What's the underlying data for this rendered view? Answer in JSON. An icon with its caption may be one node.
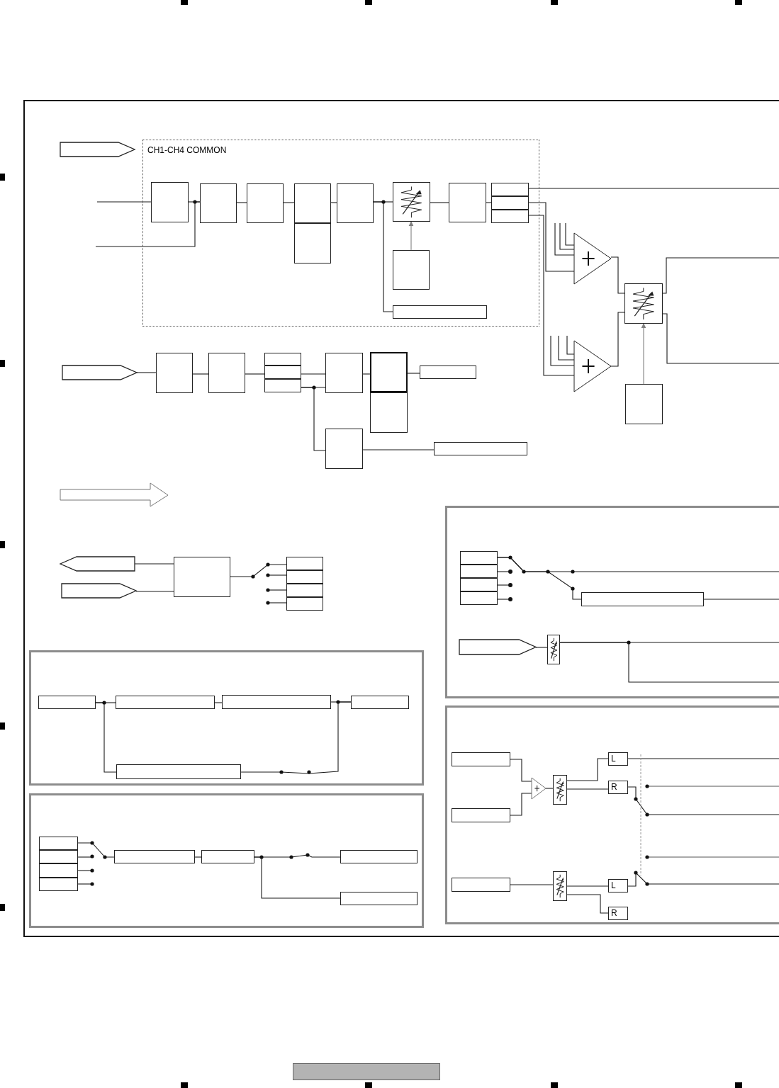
{
  "diagram": {
    "nodes": [
      {
        "text": [
          "CH1-CH4 COMMON"
        ]
      },
      {
        "text": [],
        "shape": "pentagon"
      },
      {
        "text": [],
        "shape": "box",
        "in": 0
      },
      {
        "text": [],
        "shape": "box",
        "in": 0
      },
      {
        "text": [],
        "shape": "box",
        "in": 0
      },
      {
        "text": [],
        "shape": "box",
        "in": 0
      },
      {
        "text": [],
        "shape": "box",
        "in": 0
      },
      {
        "text": [],
        "shape": "box",
        "in": 0
      },
      {
        "text": [],
        "shape": "resistor",
        "in": 0
      },
      {
        "text": [],
        "shape": "box",
        "in": 0
      },
      {
        "text": [],
        "shape": "box",
        "in": 0
      },
      {
        "text": [],
        "shape": "box",
        "in": 0
      },
      {
        "text": [],
        "shape": "box",
        "in": 0
      },
      {
        "text": [],
        "shape": "box",
        "in": 0
      },
      {
        "text": [],
        "shape": "box",
        "in": 0
      },
      {
        "text": [],
        "shape": "triangle"
      },
      {
        "text": [],
        "shape": "triangle"
      },
      {
        "text": [],
        "shape": "resistor"
      },
      {
        "text": [],
        "shape": "box"
      },
      {
        "text": [],
        "shape": "pentagon"
      },
      {
        "text": [],
        "shape": "box"
      },
      {
        "text": [],
        "shape": "box"
      },
      {
        "text": [],
        "shape": "box"
      },
      {
        "text": [],
        "shape": "box"
      },
      {
        "text": [],
        "shape": "box"
      },
      {
        "text": [],
        "shape": "box"
      },
      {
        "text": [],
        "shape": "box"
      },
      {
        "text": [],
        "shape": "box"
      },
      {
        "text": [],
        "shape": "box"
      },
      {
        "text": [],
        "shape": "box"
      },
      {
        "text": [],
        "shape": "box"
      },
      {
        "text": [],
        "shape": "arrow"
      },
      {
        "text": [],
        "shape": "pentagon"
      },
      {
        "text": [],
        "shape": "pentagon"
      },
      {
        "text": [],
        "shape": "box"
      },
      {
        "text": [],
        "shape": "box"
      },
      {
        "text": [],
        "shape": "box"
      },
      {
        "text": [],
        "shape": "box"
      },
      {
        "text": [],
        "shape": "box"
      },
      {
        "text": [],
        "shape": "box"
      },
      {
        "text": [],
        "shape": "box",
        "in": 39
      },
      {
        "text": [],
        "shape": "box",
        "in": 39
      },
      {
        "text": [],
        "shape": "box",
        "in": 39
      },
      {
        "text": [],
        "shape": "box",
        "in": 39
      },
      {
        "text": [],
        "shape": "box",
        "in": 39
      },
      {
        "text": [],
        "shape": "pentagon",
        "in": 39
      },
      {
        "text": [],
        "shape": "resistor",
        "in": 39
      },
      {
        "text": [],
        "shape": "box"
      },
      {
        "text": [],
        "shape": "box",
        "in": 47
      },
      {
        "text": [],
        "shape": "box",
        "in": 47
      },
      {
        "text": [],
        "shape": "box",
        "in": 47
      },
      {
        "text": [],
        "shape": "box",
        "in": 47
      },
      {
        "text": [],
        "shape": "box",
        "in": 47
      },
      {
        "text": [],
        "shape": "box"
      },
      {
        "text": [],
        "shape": "box",
        "in": 53
      },
      {
        "text": [],
        "shape": "box",
        "in": 53
      },
      {
        "text": [],
        "shape": "box",
        "in": 53
      },
      {
        "text": [],
        "shape": "box",
        "in": 53
      },
      {
        "text": [],
        "shape": "box",
        "in": 53
      },
      {
        "text": [],
        "shape": "box",
        "in": 53
      },
      {
        "text": [],
        "shape": "box",
        "in": 53
      },
      {
        "text": [],
        "shape": "box",
        "in": 53
      },
      {
        "text": [],
        "shape": "box"
      },
      {
        "text": [],
        "shape": "box",
        "in": 62
      },
      {
        "text": [],
        "shape": "box",
        "in": 62
      },
      {
        "text": [],
        "shape": "triangle",
        "in": 62
      },
      {
        "text": [],
        "shape": "resistor",
        "in": 62
      },
      {
        "text": [
          "L"
        ],
        "in": 62
      },
      {
        "text": [
          "R"
        ],
        "in": 62
      },
      {
        "text": [],
        "shape": "box",
        "in": 62
      },
      {
        "text": [],
        "shape": "resistor",
        "in": 62
      },
      {
        "text": [
          "L"
        ],
        "in": 62
      },
      {
        "text": [
          "R"
        ],
        "in": 62
      },
      {
        "text": [],
        "shape": "circle",
        "in": 39
      },
      {
        "text": [],
        "shape": "circle",
        "in": 39
      },
      {
        "text": [],
        "shape": "circle",
        "in": 39
      }
    ],
    "edges": [
      {
        "from": null,
        "to": 2,
        "arrow": "none"
      },
      {
        "from": null,
        "to": 3,
        "arrow": "none"
      },
      {
        "from": 2,
        "to": 3,
        "arrow": "none"
      },
      {
        "from": 3,
        "to": 4,
        "arrow": "none"
      },
      {
        "from": 4,
        "to": 5,
        "arrow": "none"
      },
      {
        "from": 5,
        "to": 7,
        "arrow": "none"
      },
      {
        "from": 7,
        "to": 8,
        "arrow": "none"
      },
      {
        "from": 9,
        "to": 8,
        "arrow": "to",
        "color": "#808080"
      },
      {
        "from": 7,
        "to": 10,
        "arrow": "none"
      },
      {
        "from": 8,
        "to": 11,
        "arrow": "none"
      },
      {
        "from": 11,
        "to": 13,
        "arrow": "none"
      },
      {
        "from": 12,
        "to": null,
        "arrow": "none"
      },
      {
        "from": 13,
        "to": 15,
        "arrow": "none"
      },
      {
        "from": 14,
        "to": 16,
        "arrow": "none"
      },
      {
        "from": null,
        "to": 15,
        "arrow": "none"
      },
      {
        "from": null,
        "to": 15,
        "arrow": "none"
      },
      {
        "from": null,
        "to": 15,
        "arrow": "none"
      },
      {
        "from": null,
        "to": 16,
        "arrow": "none"
      },
      {
        "from": null,
        "to": 16,
        "arrow": "none"
      },
      {
        "from": null,
        "to": 16,
        "arrow": "none"
      },
      {
        "from": 15,
        "to": 17,
        "arrow": "none"
      },
      {
        "from": 16,
        "to": 17,
        "arrow": "none"
      },
      {
        "from": 18,
        "to": 17,
        "arrow": "to",
        "color": "#808080"
      },
      {
        "from": 17,
        "to": null,
        "arrow": "none"
      },
      {
        "from": 17,
        "to": null,
        "arrow": "none"
      },
      {
        "from": 19,
        "to": 20,
        "arrow": "none"
      },
      {
        "from": 20,
        "to": 21,
        "arrow": "none"
      },
      {
        "from": 21,
        "to": 23,
        "arrow": "none"
      },
      {
        "from": 23,
        "to": 25,
        "arrow": "none"
      },
      {
        "from": 24,
        "to": 25,
        "arrow": "none"
      },
      {
        "from": 24,
        "to": 29,
        "arrow": "none"
      },
      {
        "from": 25,
        "to": 26,
        "arrow": "none"
      },
      {
        "from": 26,
        "to": 28,
        "arrow": "none"
      },
      {
        "from": 29,
        "to": 30,
        "arrow": "none"
      },
      {
        "from": 34,
        "to": 32,
        "arrow": "none"
      },
      {
        "from": 33,
        "to": 34,
        "arrow": "none"
      },
      {
        "from": 34,
        "to": 35,
        "arrow": "none"
      },
      {
        "from": null,
        "to": 36,
        "arrow": "none"
      },
      {
        "from": null,
        "to": 37,
        "arrow": "none"
      },
      {
        "from": null,
        "to": 38,
        "arrow": "none"
      },
      {
        "from": 40,
        "to": null,
        "arrow": "none"
      },
      {
        "from": 40,
        "to": 44,
        "arrow": "none"
      },
      {
        "from": 41,
        "to": 73,
        "arrow": "none"
      },
      {
        "from": 42,
        "to": 74,
        "arrow": "none"
      },
      {
        "from": 43,
        "to": 75,
        "arrow": "none"
      },
      {
        "from": 44,
        "to": null,
        "arrow": "none"
      },
      {
        "from": 45,
        "to": 46,
        "arrow": "none"
      },
      {
        "from": 46,
        "to": null,
        "arrow": "none"
      },
      {
        "from": 46,
        "to": null,
        "arrow": "none"
      },
      {
        "from": 48,
        "to": 49,
        "arrow": "none"
      },
      {
        "from": 49,
        "to": 50,
        "arrow": "none"
      },
      {
        "from": 50,
        "to": 51,
        "arrow": "none"
      },
      {
        "from": 48,
        "to": 52,
        "arrow": "none"
      },
      {
        "from": 52,
        "to": 51,
        "arrow": "none"
      },
      {
        "from": 54,
        "to": 58,
        "arrow": "none"
      },
      {
        "from": null,
        "to": 55,
        "arrow": "none"
      },
      {
        "from": null,
        "to": 56,
        "arrow": "none"
      },
      {
        "from": null,
        "to": 57,
        "arrow": "none"
      },
      {
        "from": 58,
        "to": 59,
        "arrow": "none"
      },
      {
        "from": 59,
        "to": 60,
        "arrow": "none"
      },
      {
        "from": 59,
        "to": 61,
        "arrow": "none"
      },
      {
        "from": 63,
        "to": 65,
        "arrow": "none"
      },
      {
        "from": 64,
        "to": 65,
        "arrow": "none"
      },
      {
        "from": 65,
        "to": 66,
        "arrow": "none"
      },
      {
        "from": 66,
        "to": 67,
        "arrow": "none"
      },
      {
        "from": 66,
        "to": 68,
        "arrow": "none"
      },
      {
        "from": 67,
        "to": null,
        "arrow": "none"
      },
      {
        "from": 68,
        "to": null,
        "arrow": "none"
      },
      {
        "from": 69,
        "to": 70,
        "arrow": "none"
      },
      {
        "from": 70,
        "to": 71,
        "arrow": "none"
      },
      {
        "from": 70,
        "to": 72,
        "arrow": "none"
      },
      {
        "from": 71,
        "to": null,
        "arrow": "none"
      }
    ]
  }
}
